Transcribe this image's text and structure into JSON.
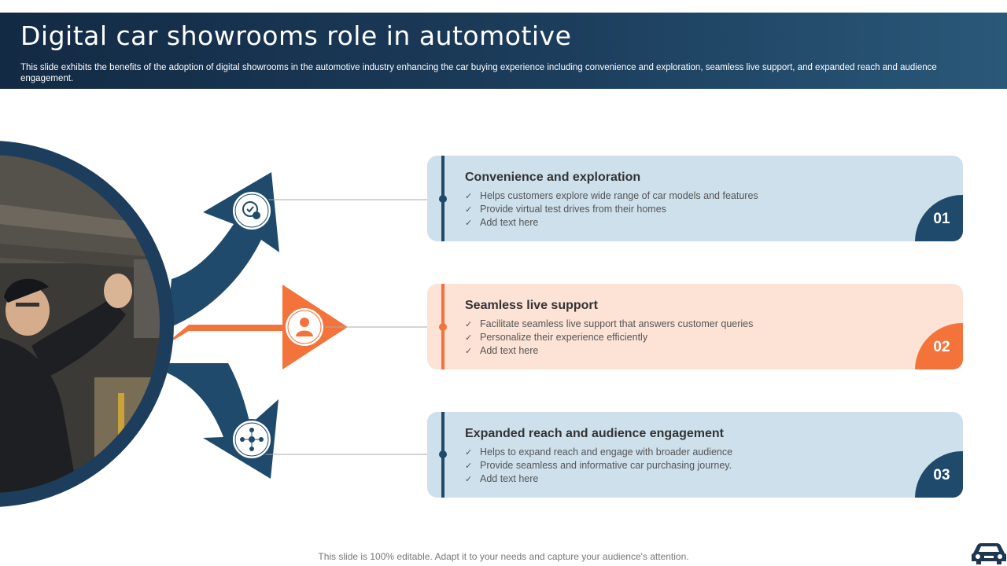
{
  "header": {
    "title": "Digital car showrooms role in automotive",
    "subtitle": "This slide exhibits the benefits of the adoption of digital showrooms in the automotive industry enhancing the car buying experience including convenience and exploration, seamless live support, and expanded reach and audience engagement."
  },
  "cards": [
    {
      "title": "Convenience and exploration",
      "bullets": [
        "Helps customers explore wide range of car models and features",
        "Provide  virtual  test drives  from their homes",
        "Add text here"
      ],
      "number": "01",
      "icon": "clock-24-hours-icon"
    },
    {
      "title": "Seamless live support",
      "bullets": [
        "Facilitate seamless live support that answers customer queries",
        "Personalize their experience  efficiently",
        "Add text here"
      ],
      "number": "02",
      "icon": "support-agent-icon"
    },
    {
      "title": "Expanded reach and audience engagement",
      "bullets": [
        "Helps to expand reach and engage with broader audience",
        "Provide  seamless and informative  car purchasing journey.",
        "Add text here"
      ],
      "number": "03",
      "icon": "audience-network-icon"
    }
  ],
  "check_symbol": "✓",
  "footer": "This slide is 100% editable. Adapt it to your needs and capture your audience's attention.",
  "colors": {
    "navy": "#1f4a6b",
    "orange": "#f4733a",
    "card_blue": "#cde0ec",
    "card_orange": "#fde2d6",
    "header_dark": "#132a44"
  },
  "images": {
    "photo": "mechanic-under-car-photo",
    "logo": "car-icon"
  }
}
